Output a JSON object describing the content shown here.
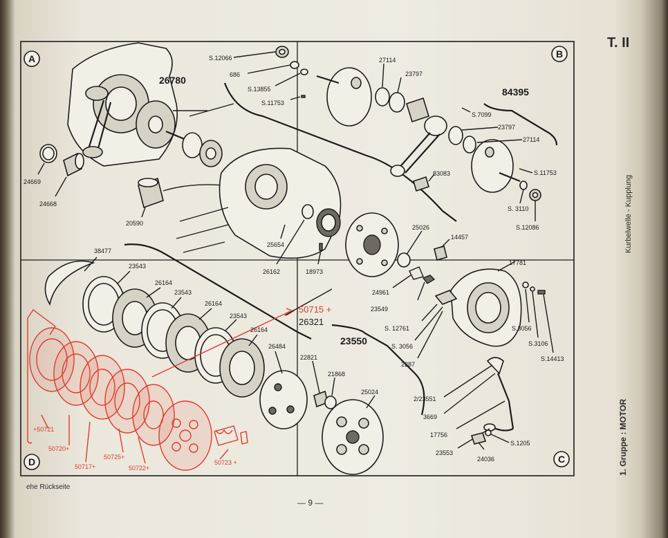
{
  "page": {
    "plate_id": "T. II",
    "page_number": "— 9 —",
    "footer_note": "ehe  Rückseite",
    "side_title": "Kurbelwelle - Kupplung",
    "side_group": "1. Gruppe : MOTOR"
  },
  "quadrants": {
    "a": "A",
    "b": "B",
    "c": "C",
    "d": "D"
  },
  "parts": {
    "p26780": "26780",
    "p24669": "24669",
    "p24668": "24668",
    "p20590": "20590",
    "pS12066": "S.12066",
    "p686": "686",
    "pS13855": "S.13855",
    "pS11753a": "S.11753",
    "p27114a": "27114",
    "p23797a": "23797",
    "p84395": "84395",
    "pS7099": "S.7099",
    "p23797b": "23797",
    "p27114b": "27114",
    "p83083": "83083",
    "pS11753b": "S.11753",
    "pS3110": "S. 3110",
    "pS12086": "S.12086",
    "p25654": "25654",
    "p26162": "26162",
    "p18973": "18973",
    "p25026": "25026",
    "p14457": "14457",
    "p24961": "24961",
    "p17781": "17781",
    "p38477": "38477",
    "p23543a": "23543",
    "p26164a": "26164",
    "p23543b": "23543",
    "p26164b": "26164",
    "p23543c": "23543",
    "p26164c": "26164",
    "p50715": "50715 +",
    "p26321": "26321",
    "p23549": "23549",
    "pS12761": "S. 12761",
    "pS3056a": "S. 3056",
    "p2287": "2287",
    "pS3056b": "S.3056",
    "pS3106": "S.3106",
    "pS14413": "S.14413",
    "p23550": "23550",
    "p26484": "26484",
    "p22821": "22821",
    "p21868": "21868",
    "p25024": "25024",
    "p2_23551": "2/23551",
    "p3669": "3669",
    "p17756": "17756",
    "p23553": "23553",
    "p24036": "24036",
    "pS1205": "S.1205",
    "p50721": "+50721",
    "p50720": "50720+",
    "p50717": "50717+",
    "p50725": "50725+",
    "p50722": "50722+",
    "p50723": "50723 +"
  },
  "colors": {
    "paper": "#ebe7dc",
    "ink": "#1b1b1b",
    "red_overlay": "#e23a2a"
  }
}
